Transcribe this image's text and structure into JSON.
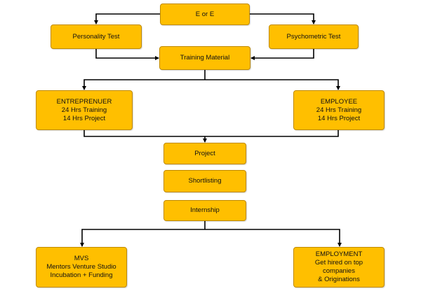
{
  "colors": {
    "box_fill": "#ffbf00",
    "box_border": "#c08a00",
    "connector": "#000000"
  },
  "nodes": {
    "e_or_e": {
      "lines": [
        "E or E"
      ]
    },
    "personality_test": {
      "lines": [
        "Personality Test"
      ]
    },
    "psychometric_test": {
      "lines": [
        "Psychometric  Test"
      ]
    },
    "training_material": {
      "lines": [
        "Training Material"
      ]
    },
    "entreprenuer": {
      "lines": [
        "ENTREPRENUER",
        "24 Hrs Training",
        "14 Hrs Project"
      ]
    },
    "employee": {
      "lines": [
        "EMPLOYEE",
        "24 Hrs Training",
        "14 Hrs Project"
      ]
    },
    "project": {
      "lines": [
        "Project"
      ]
    },
    "shortlisting": {
      "lines": [
        "Shortlisting"
      ]
    },
    "internship": {
      "lines": [
        "Internship"
      ]
    },
    "mvs": {
      "lines": [
        "MVS",
        "Mentors Venture Studio",
        "Incubation + Funding"
      ]
    },
    "employment": {
      "lines": [
        "EMPLOYMENT",
        "Get hired on top",
        "companies",
        "& Originations"
      ]
    }
  }
}
